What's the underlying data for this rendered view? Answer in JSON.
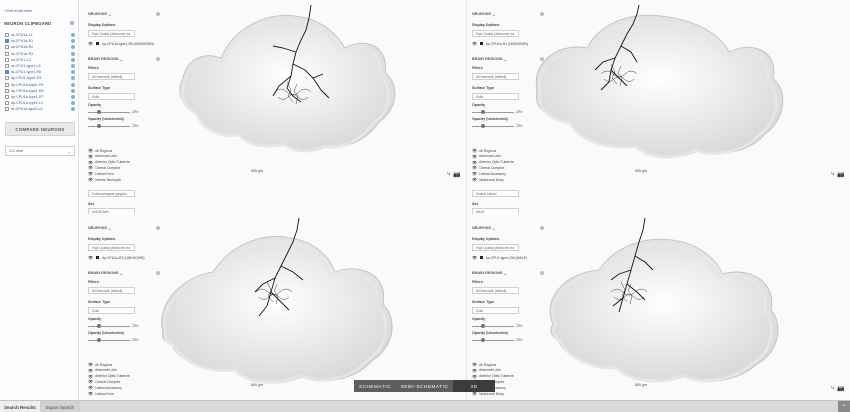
{
  "sidebar": {
    "exit_label": "Exit multi-view",
    "clipboard_title": "NEURON CLIPBOARD",
    "neurons": [
      {
        "label": "ss-CPU1a-L1",
        "checked": false
      },
      {
        "label": "ss-CPU1a-R1",
        "checked": true
      },
      {
        "label": "ss-CPU1a-R2",
        "checked": false
      },
      {
        "label": "ss-CPU1a-R3",
        "checked": false
      },
      {
        "label": "ss-CPU1-L2",
        "checked": false
      },
      {
        "label": "ss-CPU1-type1-L5",
        "checked": false
      },
      {
        "label": "ss-CPU1-type1-R6",
        "checked": true
      },
      {
        "label": "dp-CPU1-type1-R1",
        "checked": false
      },
      {
        "label": "dp-CPU1a-type1-R4",
        "checked": false
      },
      {
        "label": "dp-CPU1a-type1-R5",
        "checked": false
      },
      {
        "label": "dp-CPU1a-type1-R7",
        "checked": false
      },
      {
        "label": "dp-CPU1a-type2-L2",
        "checked": false
      },
      {
        "label": "ss-CPU1a-type2-L5",
        "checked": false
      }
    ],
    "compare_label": "COMPARE NEURONS",
    "view_label": "2-D view"
  },
  "bottom": {
    "search_results": "Search Results",
    "export_search": "Export Search"
  },
  "mode": {
    "schematic": "SCHEMATIC",
    "semi_schematic": "SEMI-SCHEMATIC",
    "three_d": "3D"
  },
  "panels": [
    {
      "neurons_header": "NEURONS",
      "display_options": "Display Options",
      "quality": "High Quality (Awesome Inc",
      "neuron_name": "dp-CPU1a-type1-R5 (UNKNOWN)",
      "brain_regions_header": "BRAIN REGIONS",
      "filters": "Filters",
      "filter_value": "All Neuropils (default)",
      "surface_type": "Surface Type",
      "surface_value": "Solid",
      "opacity": "Opacity",
      "opacity_value": "25%",
      "opacity_unsel": "Opacity (Unselected)",
      "opacity_unsel_value": "25%",
      "regions": [
        "All Regions",
        "Antennal Lobe",
        "Anterior Optic Tubercle",
        "Central Complex",
        "Lateral Horn",
        "Inferior Neuropils"
      ],
      "extra_label": "Subesophageal ganglion",
      "sex_label": "Sex",
      "sex_value": "UNKNOWN",
      "scale": "500 µm"
    },
    {
      "neurons_header": "NEURONS",
      "display_options": "Display Options",
      "quality": "High Quality (Awesome Inc",
      "neuron_name": "ss-CPU1a-R1 (UNKNOWN)",
      "brain_regions_header": "BRAIN REGIONS",
      "filters": "Filters",
      "filter_value": "All Neuropils (default)",
      "surface_type": "Surface Type",
      "surface_value": "Solid",
      "opacity": "Opacity",
      "opacity_value": "25%",
      "opacity_unsel": "Opacity (Unselected)",
      "opacity_unsel_value": "25%",
      "regions": [
        "All Regions",
        "Antennal Lobe",
        "Anterior Optic Tubercle",
        "Central Complex",
        "Lateral Accessory",
        "Mushroom Body"
      ],
      "extra_label": "Ventral Lateral",
      "sex_label": "Sex",
      "sex_value": "MALE",
      "scale": "500 µm"
    },
    {
      "neurons_header": "NEURONS",
      "display_options": "Display Options",
      "quality": "High Quality (Awesome Inc",
      "neuron_name": "dp-CPU1a-R2 (UNKNOWN)",
      "brain_regions_header": "BRAIN REGIONS",
      "filters": "Filters",
      "filter_value": "All Neuropils (default)",
      "surface_type": "Surface Type",
      "surface_value": "Solid",
      "opacity": "Opacity",
      "opacity_value": "25%",
      "opacity_unsel": "Opacity (Unselected)",
      "opacity_unsel_value": "25%",
      "regions": [
        "All Regions",
        "Antennal Lobe",
        "Anterior Optic Tubercle",
        "Central Complex",
        "Lateral Accessory",
        "Lateral Horn"
      ],
      "scale": "500 µm"
    },
    {
      "neurons_header": "NEURONS",
      "display_options": "Display Options",
      "quality": "High Quality (Awesome Inc",
      "neuron_name": "ss-CPU1-type1-R6 (MALE)",
      "brain_regions_header": "BRAIN REGIONS",
      "filters": "Filters",
      "filter_value": "All Neuropils (default)",
      "surface_type": "Surface Type",
      "surface_value": "Solid",
      "opacity": "Opacity",
      "opacity_value": "25%",
      "opacity_unsel": "Opacity (Unselected)",
      "opacity_unsel_value": "25%",
      "regions": [
        "All Regions",
        "Antennal Lobe",
        "Anterior Optic Tubercle",
        "Central Complex",
        "Lateral Accessory",
        "Mushroom Body"
      ],
      "scale": "500 µm"
    }
  ],
  "colors": {
    "accent": "#3f51b5",
    "info": "#7fb0e0",
    "neuron": "#111111"
  }
}
